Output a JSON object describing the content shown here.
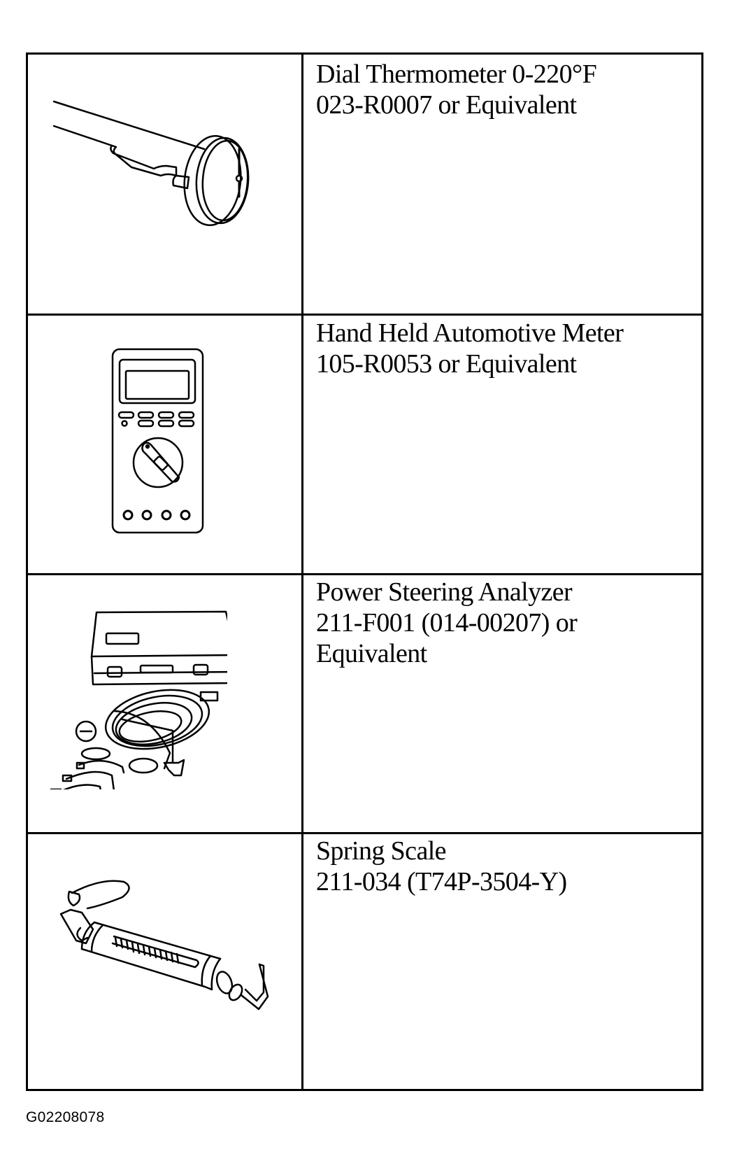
{
  "tools": [
    {
      "name": "Dial Thermometer 0-220°F",
      "part_line": "023-R0007 or Equivalent",
      "illustration": "dial-thermometer-icon"
    },
    {
      "name": "Hand Held Automotive Meter",
      "part_line": "105-R0053 or Equivalent",
      "illustration": "multimeter-icon"
    },
    {
      "name": "Power Steering Analyzer",
      "part_line": "211-F001 (014-00207) or",
      "part_line_2": "Equivalent",
      "illustration": "power-steering-analyzer-icon"
    },
    {
      "name": "Spring Scale",
      "part_line": "211-034 (T74P-3504-Y)",
      "illustration": "spring-scale-icon"
    }
  ],
  "figure_id": "G02208078"
}
